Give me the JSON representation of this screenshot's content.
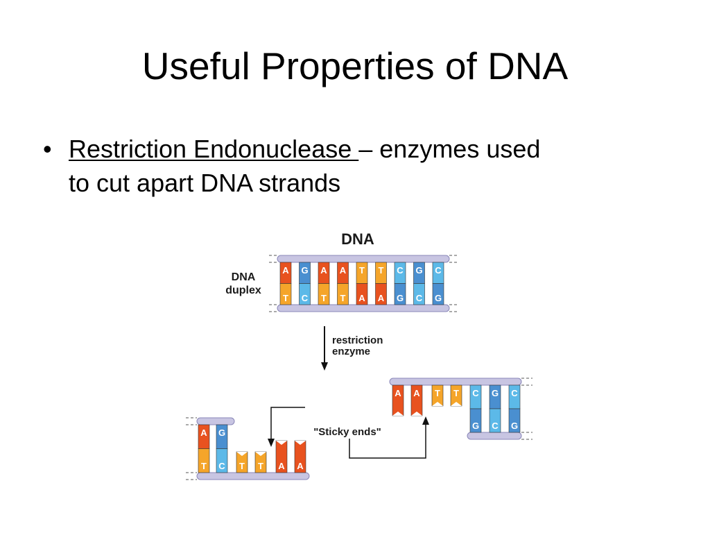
{
  "slide": {
    "title": "Useful Properties of DNA",
    "bullet": {
      "marker": "•",
      "term": "Restriction Endonuclease ",
      "text_line1": "– enzymes used",
      "text_line2": "to cut apart DNA strands"
    }
  },
  "diagram": {
    "title": "DNA",
    "duplex_label_line1": "DNA",
    "duplex_label_line2": "duplex",
    "enzyme_label_line1": "restriction",
    "enzyme_label_line2": "enzyme",
    "sticky_label": "\"Sticky ends\"",
    "duplex_pairs": [
      {
        "top": "A",
        "bottom": "T"
      },
      {
        "top": "G",
        "bottom": "C"
      },
      {
        "top": "A",
        "bottom": "T"
      },
      {
        "top": "A",
        "bottom": "T"
      },
      {
        "top": "T",
        "bottom": "A"
      },
      {
        "top": "T",
        "bottom": "A"
      },
      {
        "top": "C",
        "bottom": "G"
      },
      {
        "top": "G",
        "bottom": "C"
      },
      {
        "top": "C",
        "bottom": "G"
      }
    ],
    "left_fragment": {
      "pairs": [
        {
          "top": "A",
          "bottom": "T"
        },
        {
          "top": "G",
          "bottom": "C"
        }
      ],
      "overhang": [
        "T",
        "T",
        "A",
        "A"
      ]
    },
    "right_fragment": {
      "overhang": [
        "A",
        "A",
        "T",
        "T"
      ],
      "pairs": [
        {
          "top": "C",
          "bottom": "G"
        },
        {
          "top": "G",
          "bottom": "C"
        },
        {
          "top": "C",
          "bottom": "G"
        }
      ]
    },
    "colors": {
      "A": "#e8521f",
      "T": "#f5a52a",
      "G": "#4a8fd0",
      "C": "#5cb9e8",
      "backbone": "#c8c5e2"
    }
  }
}
